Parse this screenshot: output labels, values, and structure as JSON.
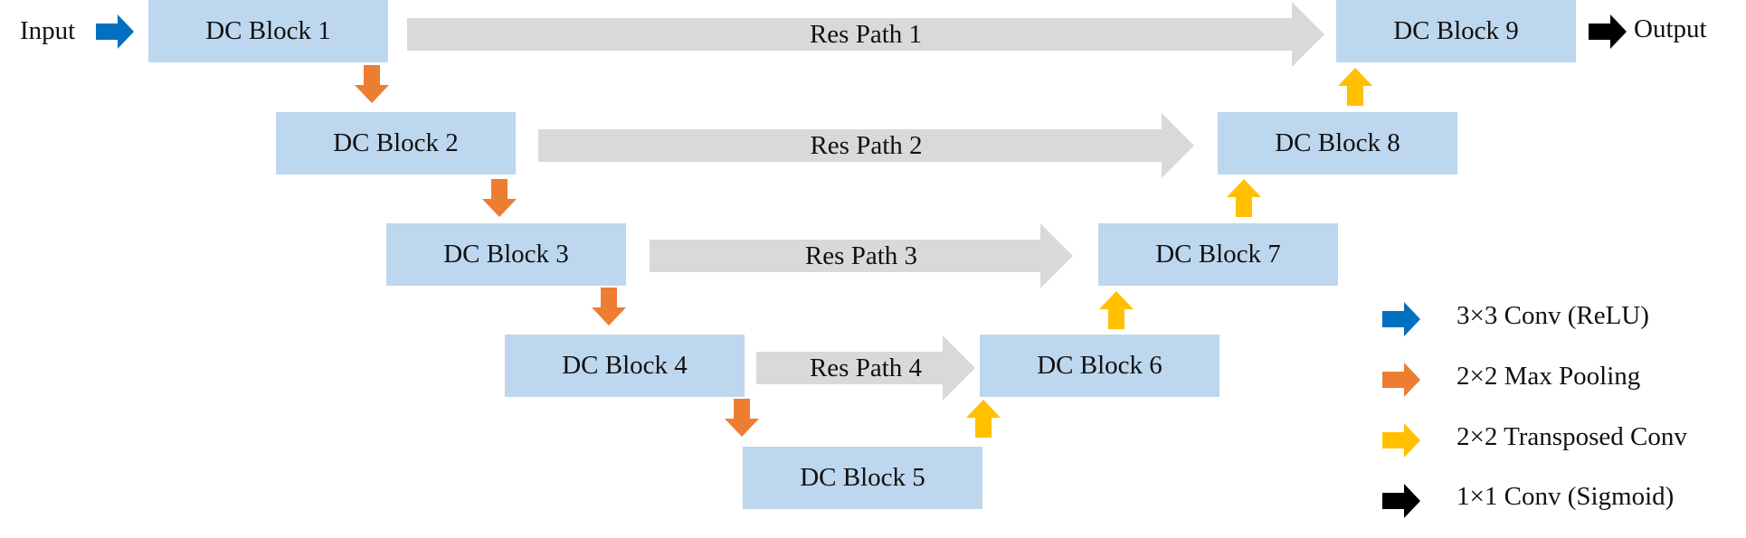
{
  "io": {
    "input_label": "Input",
    "output_label": "Output"
  },
  "blocks": [
    "DC Block 1",
    "DC Block 2",
    "DC Block 3",
    "DC Block 4",
    "DC Block 5",
    "DC Block 6",
    "DC Block 7",
    "DC Block 8",
    "DC Block 9"
  ],
  "res_paths": [
    "Res Path 1",
    "Res Path 2",
    "Res Path 3",
    "Res Path 4"
  ],
  "legend": [
    {
      "label": "3×3 Conv (ReLU)",
      "color": "#0070c0",
      "icon": "right-arrow-icon"
    },
    {
      "label": "2×2 Max Pooling",
      "color": "#ed7d31",
      "icon": "right-arrow-icon"
    },
    {
      "label": "2×2 Transposed Conv",
      "color": "#ffc000",
      "icon": "right-arrow-icon"
    },
    {
      "label": "1×1 Conv (Sigmoid)",
      "color": "#000000",
      "icon": "right-arrow-icon"
    }
  ],
  "colors": {
    "block": "#bdd7ee",
    "res_path": "#d9d9d9",
    "conv": "#0070c0",
    "pool": "#ed7d31",
    "upconv": "#ffc000",
    "output_conv": "#000000"
  }
}
